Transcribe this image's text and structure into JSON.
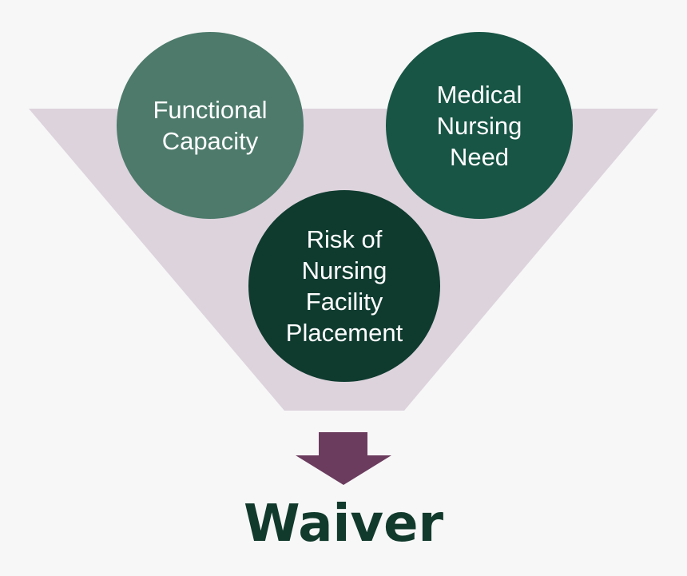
{
  "colors": {
    "background": "#f7f7f7",
    "funnel": "#ddd3dc",
    "functional_circle": "#4d7a6b",
    "medical_circle": "#185545",
    "risk_circle": "#0f3b2f",
    "arrow": "#6b3c5e",
    "waiver_text": "#113a2c",
    "circle_text": "#ffffff"
  },
  "diagram": {
    "circles": {
      "functional": {
        "label": "Functional\nCapacity"
      },
      "medical": {
        "label": "Medical\nNursing\nNeed"
      },
      "risk": {
        "label": "Risk of\nNursing\nFacility\nPlacement"
      }
    },
    "arrow_icon": "down-arrow-icon",
    "result_label": "Waiver"
  }
}
